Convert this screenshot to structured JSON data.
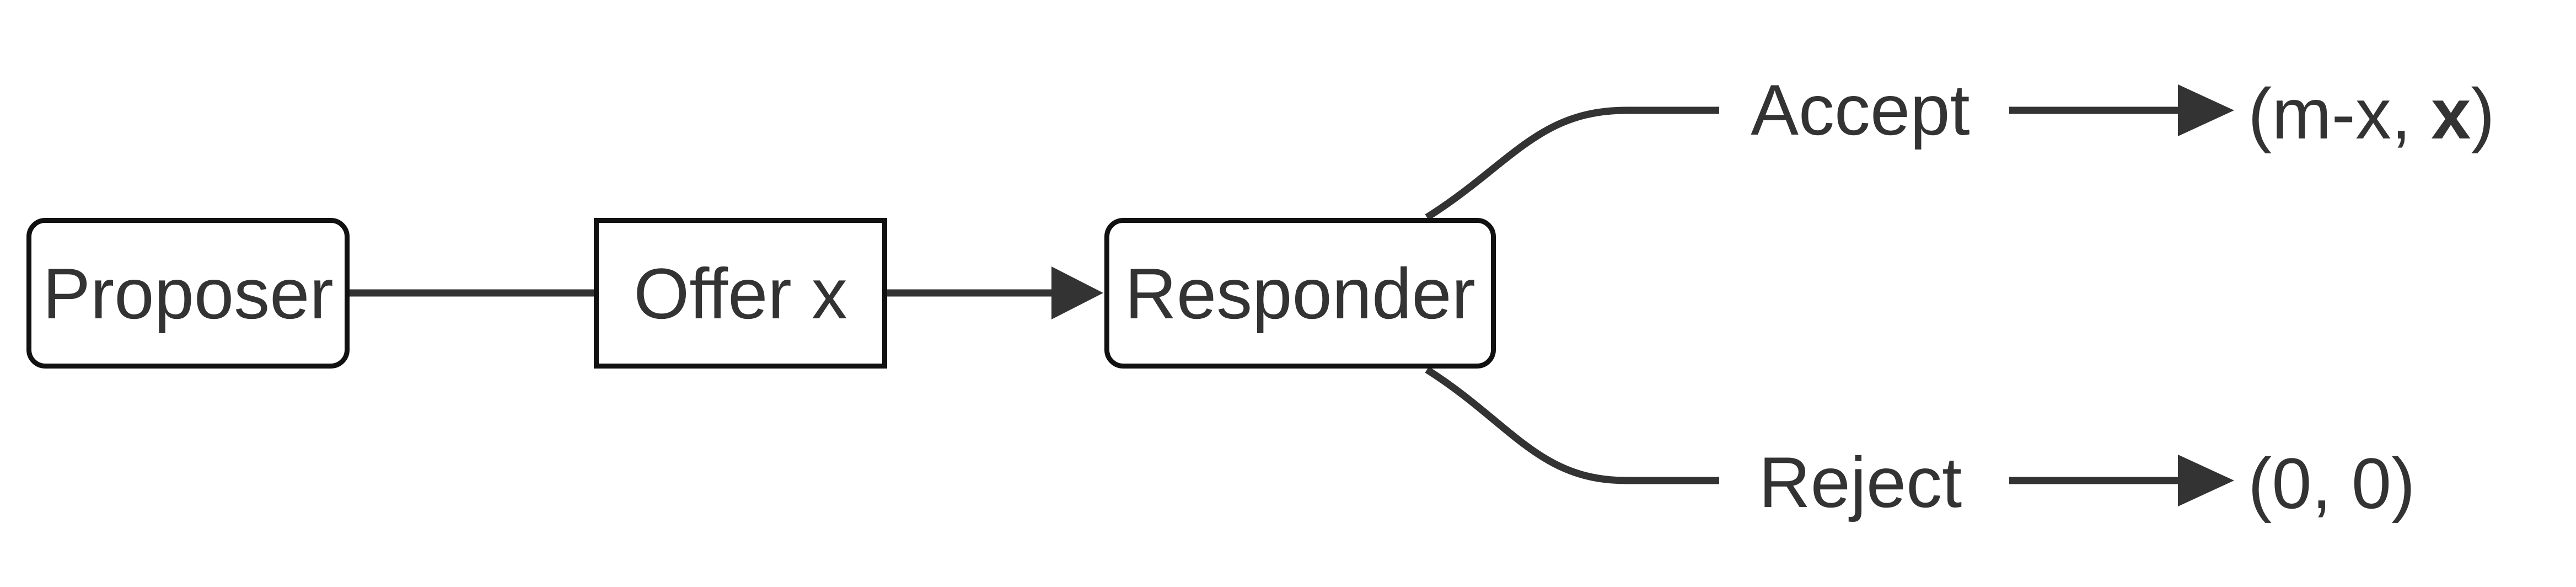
{
  "diagram": {
    "type": "flowchart",
    "nodes": [
      {
        "id": "proposer",
        "label": "Proposer",
        "shape": "rounded-rectangle"
      },
      {
        "id": "offer",
        "label": "Offer x",
        "shape": "rectangle"
      },
      {
        "id": "responder",
        "label": "Responder",
        "shape": "rounded-rectangle"
      }
    ],
    "edges": [
      {
        "id": "proposer-to-offer",
        "from": "proposer",
        "to": "offer",
        "arrowhead": false,
        "label": ""
      },
      {
        "id": "offer-to-responder",
        "from": "offer",
        "to": "responder",
        "arrowhead": true,
        "label": ""
      }
    ],
    "branches": {
      "accept": {
        "label": "Accept",
        "payoff_prefix": "(m-x, ",
        "payoff_bold": "x",
        "payoff_suffix": ")"
      },
      "reject": {
        "label": "Reject",
        "payoff": "(0, 0)"
      }
    },
    "colors": {
      "line": "#333333",
      "node_border": "#111111",
      "text": "#333333",
      "background": "#ffffff"
    }
  }
}
